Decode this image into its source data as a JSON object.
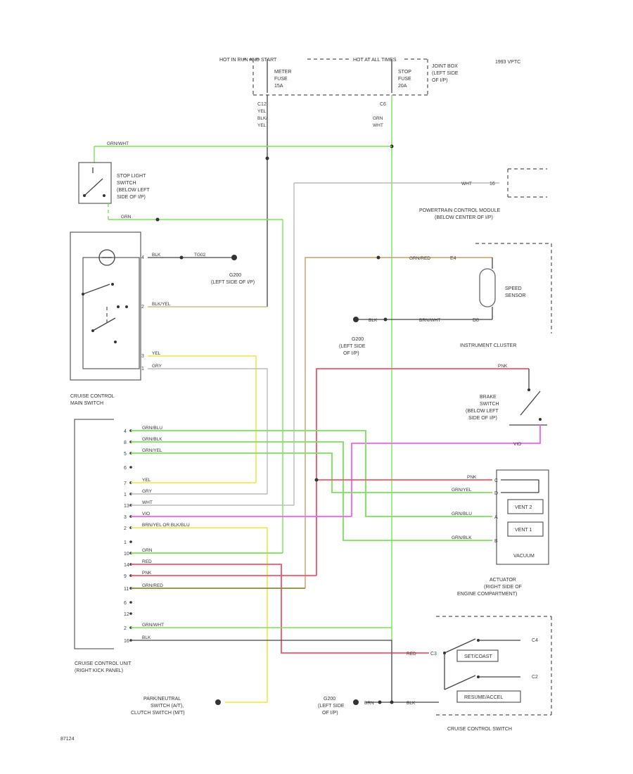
{
  "colors": {
    "green": "#7ae05a",
    "yellow": "#f0ea58",
    "red": "#f2566a",
    "pink": "#f060f0",
    "tan": "#c8a060",
    "gray": "#bbbbbb",
    "dark": "#444444",
    "olive": "#8a8a3a"
  },
  "header": {
    "hot_run": "HOT IN RUN AND START",
    "hot_all": "HOT AT ALL TIMES",
    "year_model": "1993 VPTC",
    "meter_fuse": [
      "METER",
      "FUSE",
      "15A"
    ],
    "stop_fuse": [
      "STOP",
      "FUSE",
      "20A"
    ],
    "joint_box": [
      "JOINT BOX",
      "(LEFT SIDE",
      "OF I/P)"
    ],
    "wire_yel_top": [
      "YEL",
      "BLK/",
      "YEL"
    ],
    "wire_wht_top": [
      "GRN",
      "WHT"
    ],
    "pin_c12": "C12",
    "pin_c6": "C6"
  },
  "stop_light_switch": {
    "label": [
      "STOP LIGHT",
      "SWITCH",
      "(BELOW LEFT",
      "SIDE OF I/P)"
    ],
    "wire_top": "GRN/WHT",
    "wire_bottom": "GRN"
  },
  "pcm": {
    "label": [
      "POWERTRAIN CONTROL MODULE",
      "(BELOW CENTER OF I/P)"
    ],
    "wire": "WHT",
    "pin": "16"
  },
  "main_switch": {
    "label": [
      "CRUISE CONTROL",
      "MAIN SWITCH"
    ],
    "wires": [
      "BLK",
      "BLK/YEL",
      "YEL",
      "GRY"
    ],
    "pins": [
      "4",
      "2",
      "3",
      "1"
    ]
  },
  "ground_top": {
    "wire": "TG02",
    "label": [
      "G200",
      "(LEFT SIDE OF I/P)"
    ]
  },
  "instrument_cluster": {
    "label": "INSTRUMENT CLUSTER",
    "speed_sensor": [
      "SPEED",
      "SENSOR"
    ],
    "wire_top": "GRN/RED",
    "pin_top": "E4",
    "wire_bottom": "BLK",
    "wire_bottom_2": "BRN/WHT",
    "pin_bottom": "D8"
  },
  "ground_mid": {
    "label": [
      "G200",
      "(LEFT SIDE",
      "OF I/P)"
    ]
  },
  "brake_switch": {
    "label": [
      "BRAKE",
      "SWITCH",
      "(BELOW LEFT",
      "SIDE OF I/P)"
    ],
    "wire_top": "PNK",
    "wire_bottom": "VIO"
  },
  "control_unit": {
    "label": [
      "CRUISE CONTROL UNIT",
      "(RIGHT KICK PANEL)"
    ],
    "rows": [
      {
        "pin": "4",
        "wire": "GRN/BLU"
      },
      {
        "pin": "8",
        "wire": "GRN/BLK"
      },
      {
        "pin": "5",
        "wire": "GRN/YEL"
      },
      {
        "pin": "6",
        "wire": ""
      },
      {
        "pin": "7",
        "wire": "YEL"
      },
      {
        "pin": "1",
        "wire": "GRY"
      },
      {
        "pin": "13",
        "wire": "WHT"
      },
      {
        "pin": "3",
        "wire": "VIO"
      },
      {
        "pin": "2",
        "wire": "BRN/YEL OR BLK/BLU"
      },
      {
        "pin": "1",
        "wire": ""
      },
      {
        "pin": "10",
        "wire": "GRN"
      },
      {
        "pin": "14",
        "wire": "RED"
      },
      {
        "pin": "9",
        "wire": "PNK"
      },
      {
        "pin": "11",
        "wire": "GRN/RED"
      },
      {
        "pin": "6",
        "wire": ""
      },
      {
        "pin": "12",
        "wire": ""
      },
      {
        "pin": "2",
        "wire": "GRN/WHT"
      },
      {
        "pin": "16",
        "wire": "BLK"
      }
    ]
  },
  "actuator": {
    "label": [
      "ACTUATOR",
      "(RIGHT SIDE OF",
      "ENGINE COMPARTMENT)"
    ],
    "wires": [
      "PNK",
      "GRN/YEL",
      "GRN/BLU",
      "GRN/BLK"
    ],
    "pins": [
      "C",
      "D",
      "A",
      "B"
    ],
    "vent2": "VENT 2",
    "vent1": "VENT 1",
    "vacuum": "VACUUM"
  },
  "cruise_switch": {
    "label": "CRUISE CONTROL SWITCH",
    "set_coast": "SET/COAST",
    "resume_accel": "RESUME/ACCEL",
    "wire_red": "RED",
    "wire_blk": "BLK",
    "pins": [
      "C3",
      "C4",
      "C2"
    ],
    "wire_blk_mid": "BRN"
  },
  "ground_bottom": {
    "label": [
      "G200",
      "(LEFT SIDE",
      "OF I/P)"
    ]
  },
  "park_neutral": {
    "label": [
      "PARK/NEUTRAL",
      "SWITCH (A/T),",
      "CLUTCH SWITCH (M/T)"
    ]
  },
  "footer": {
    "code": "87124"
  }
}
